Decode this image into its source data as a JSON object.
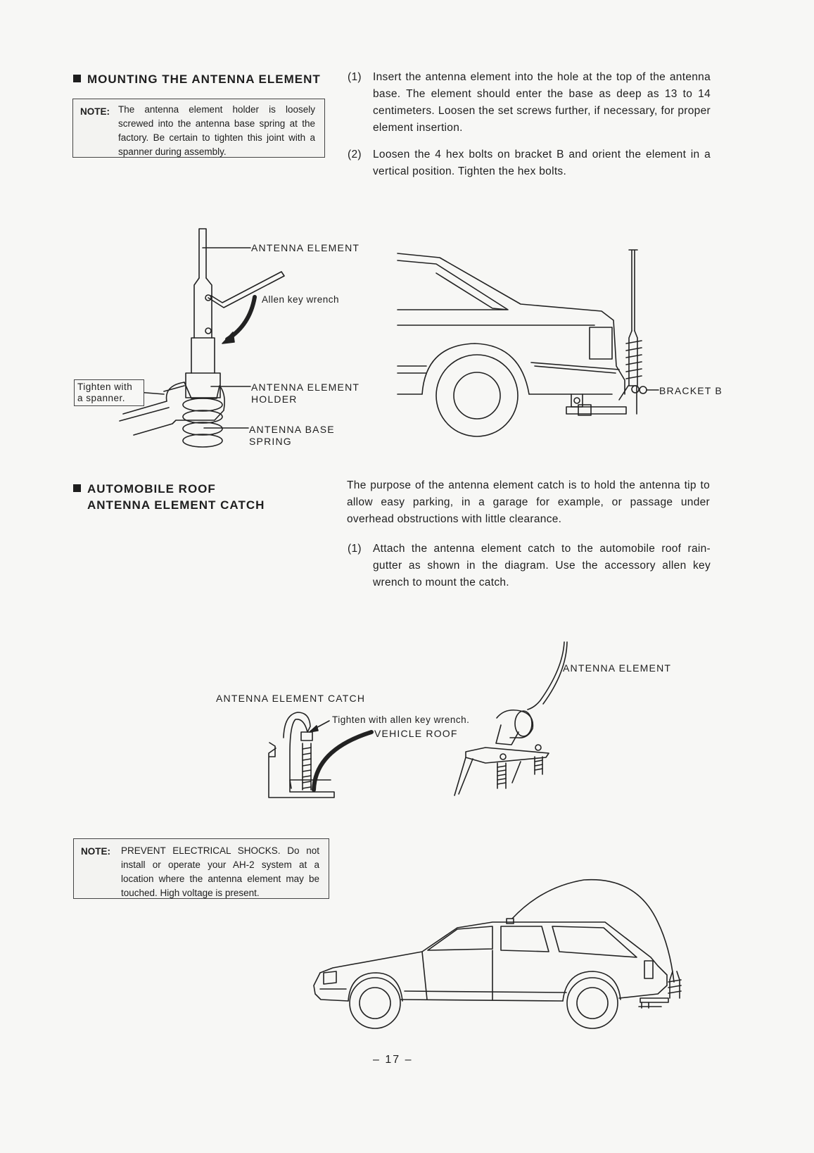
{
  "section1": {
    "title": "MOUNTING THE ANTENNA ELEMENT",
    "note": {
      "label": "NOTE:",
      "text": "The antenna element holder is loosely screwed into the antenna base spring at the factory. Be certain to tighten this joint with a spanner during assembly."
    },
    "steps": [
      {
        "num": "(1)",
        "text": "Insert the antenna element into the hole at the top of the antenna base. The element should enter the base as deep as 13 to 14 centimeters. Loosen the set screws further, if necessary, for proper element insertion."
      },
      {
        "num": "(2)",
        "text": "Loosen the 4 hex bolts on bracket B and orient the element in a vertical position. Tighten the hex bolts."
      }
    ]
  },
  "figure1": {
    "antenna_element": "ANTENNA ELEMENT",
    "allen_key": "Allen key wrench",
    "holder_line1": "ANTENNA ELEMENT",
    "holder_line2": "HOLDER",
    "spring_line1": "ANTENNA BASE",
    "spring_line2": "SPRING",
    "spanner_line1": "Tighten with",
    "spanner_line2": "a spanner.",
    "bracket": "BRACKET B"
  },
  "section2": {
    "title_line1": "AUTOMOBILE ROOF",
    "title_line2": "ANTENNA ELEMENT CATCH",
    "intro": "The purpose of the antenna element catch is to hold the antenna tip to allow easy parking, in a garage for example, or passage under overhead obstructions with little clearance.",
    "steps": [
      {
        "num": "(1)",
        "text": "Attach the antenna element catch to the automobile roof rain-gutter as shown in the diagram. Use the accessory allen key wrench to mount the catch."
      }
    ]
  },
  "figure2": {
    "antenna_element": "ANTENNA ELEMENT",
    "catch": "ANTENNA ELEMENT CATCH",
    "tighten": "Tighten with allen key wrench.",
    "roof": "VEHICLE ROOF"
  },
  "note2": {
    "label": "NOTE:",
    "text": "PREVENT ELECTRICAL SHOCKS. Do not install or operate your AH-2 system at a location where the antenna element may be touched. High voltage is present."
  },
  "page_number": "– 17 –"
}
